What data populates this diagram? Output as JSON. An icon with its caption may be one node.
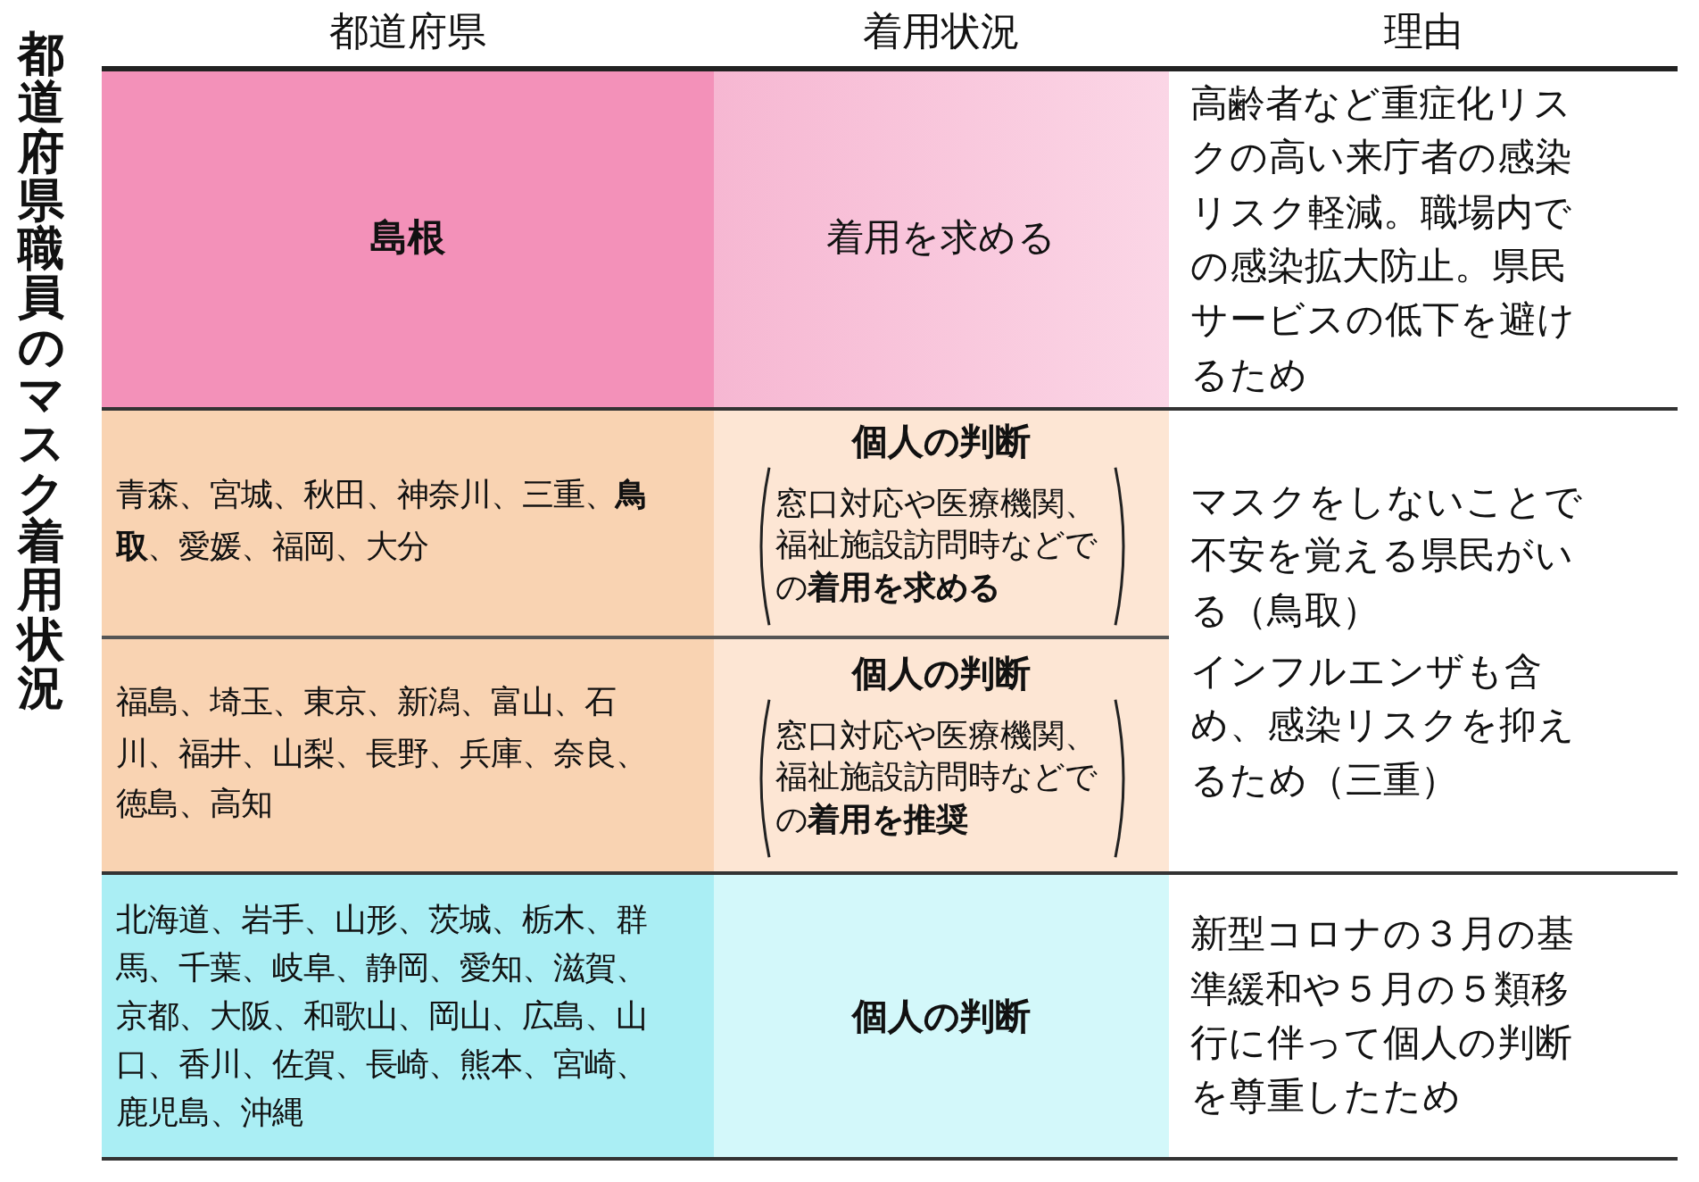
{
  "diagram": {
    "title": "都道府県職員のマスク着用状況",
    "labels": [
      "都道府県",
      "着用状況",
      "理由",
      "島根",
      "着用を求める",
      "高齢者など重症化リスクの高い来庁者の感染リスク軽減。職場内での感染拡大防止。県民サービスの低下を避けるため",
      "青森、宮城、秋田、神奈川、三重、**鳥取**、愛媛、福岡、大分",
      "個人の判断",
      "窓口対応や医療機関、福祉施設訪問時などでの**着用を求める**",
      "マスクをしないことで不安を覚える県民がいる（鳥取）",
      "福島、埼玉、東京、新潟、富山、石川、福井、山梨、長野、兵庫、奈良、徳島、高知",
      "個人の判断",
      "窓口対応や医療機関、福祉施設訪問時などでの**着用を推奨**",
      "インフルエンザも含め、感染リスクを抑えるため（三重）",
      "北海道、岩手、山形、茨城、栃木、群馬、千葉、岐阜、静岡、愛知、滋賀、京都、大阪、和歌山、岡山、広島、山口、香川、佐賀、長崎、熊本、宮崎、鹿児島、沖縄",
      "個人の判断",
      "新型コロナの３月の基準緩和や５月の５類移行に伴って個人の判断を尊重したため"
    ]
  }
}
